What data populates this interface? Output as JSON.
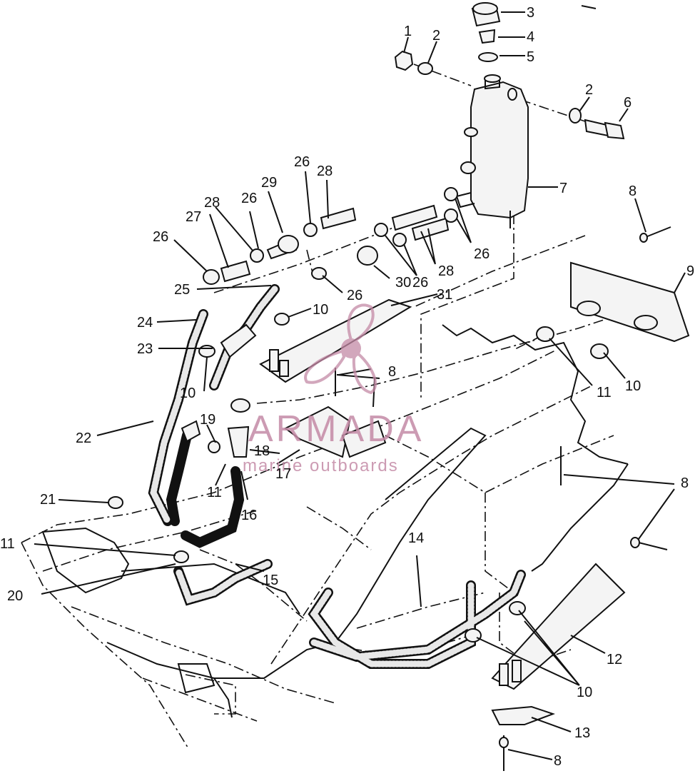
{
  "labels": {
    "l1": "1",
    "l2a": "2",
    "l2b": "2",
    "l3": "3",
    "l4": "4",
    "l5": "5",
    "l6": "6",
    "l7": "7",
    "l8a": "8",
    "l8b": "8",
    "l8c": "8",
    "l8d": "8",
    "l9": "9",
    "l10a": "10",
    "l10b": "10",
    "l10c": "10",
    "l10d": "10",
    "l11a": "11",
    "l11b": "11",
    "l11c": "11",
    "l12": "12",
    "l13": "13",
    "l14": "14",
    "l15": "15",
    "l16": "16",
    "l17": "17",
    "l18": "18",
    "l19": "19",
    "l20": "20",
    "l21": "21",
    "l22": "22",
    "l23": "23",
    "l24": "24",
    "l25": "25",
    "l26a": "26",
    "l26b": "26",
    "l26c": "26",
    "l26d": "26",
    "l26e": "26",
    "l26f": "26",
    "l27": "27",
    "l28a": "28",
    "l28b": "28",
    "l28c": "28",
    "l29": "29",
    "l30": "30",
    "l31": "31"
  },
  "watermark": {
    "brand": "ARMADA",
    "tagline": "marine outboards",
    "color": "#c48aa6"
  }
}
